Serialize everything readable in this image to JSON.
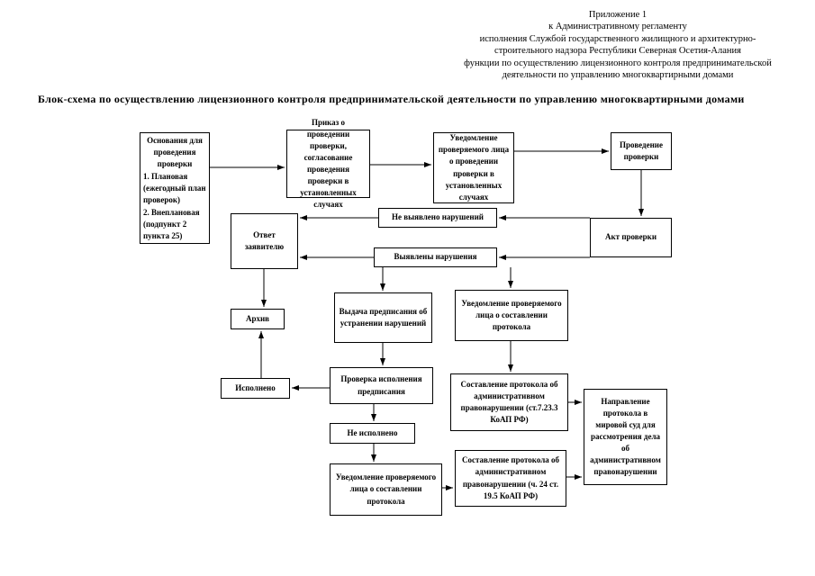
{
  "header": {
    "lines": [
      "Приложение 1",
      "к Административному регламенту",
      "исполнения Службой государственного жилищного и архитектурно-",
      "строительного надзора Республики Северная Осетия-Алания",
      "функции по осуществлению лицензионного контроля предпринимательской",
      "деятельности по управлению многоквартирными домами"
    ]
  },
  "title": "Блок-схема по осуществлению лицензионного контроля предпринимательской деятельности по управлению многоквартирными домами",
  "nodes": {
    "osnovaniya": {
      "title": "Основания для проведения проверки",
      "items": [
        "1. Плановая (ежегодный план проверок)",
        "2. Внеплановая (подпункт 2 пункта 25)"
      ]
    },
    "prikaz": {
      "text": "Приказ о проведении проверки, согласование проведения проверки в установленных случаях"
    },
    "uvedomlenie_provedenie": {
      "text": "Уведомление проверяемого лица о проведении проверки в установленных случаях"
    },
    "provedenie": {
      "text": "Проведение проверки"
    },
    "akt": {
      "text": "Акт проверки"
    },
    "ne_vyyavleno": {
      "text": "Не выявлено нарушений"
    },
    "vyyavleny": {
      "text": "Выявлены нарушения"
    },
    "otvet": {
      "text": "Ответ заявителю"
    },
    "arhiv": {
      "text": "Архив"
    },
    "ispolneno": {
      "text": "Исполнено"
    },
    "vydacha": {
      "text": "Выдача предписания об устранении нарушений"
    },
    "uvedomlenie_protokol_1": {
      "text": "Уведомление проверяемого лица о составлении протокола"
    },
    "proverka_ispolneniya": {
      "text": "Проверка исполнения предписания"
    },
    "protokol_723": {
      "text": "Составление протокола об административном правонарушении (ст.7.23.3 КоАП РФ)"
    },
    "ne_ispolneno": {
      "text": "Не исполнено"
    },
    "napravlenie": {
      "text": "Направление протокола в мировой суд для рассмотрения дела об административном правонарушении"
    },
    "uvedomlenie_protokol_2": {
      "text": "Уведомление проверяемого лица о составлении протокола"
    },
    "protokol_195": {
      "text": "Составление протокола об административном правонарушении (ч. 24 ст. 19.5 КоАП РФ)"
    }
  },
  "colors": {
    "ink": "#000000",
    "background": "#ffffff"
  }
}
